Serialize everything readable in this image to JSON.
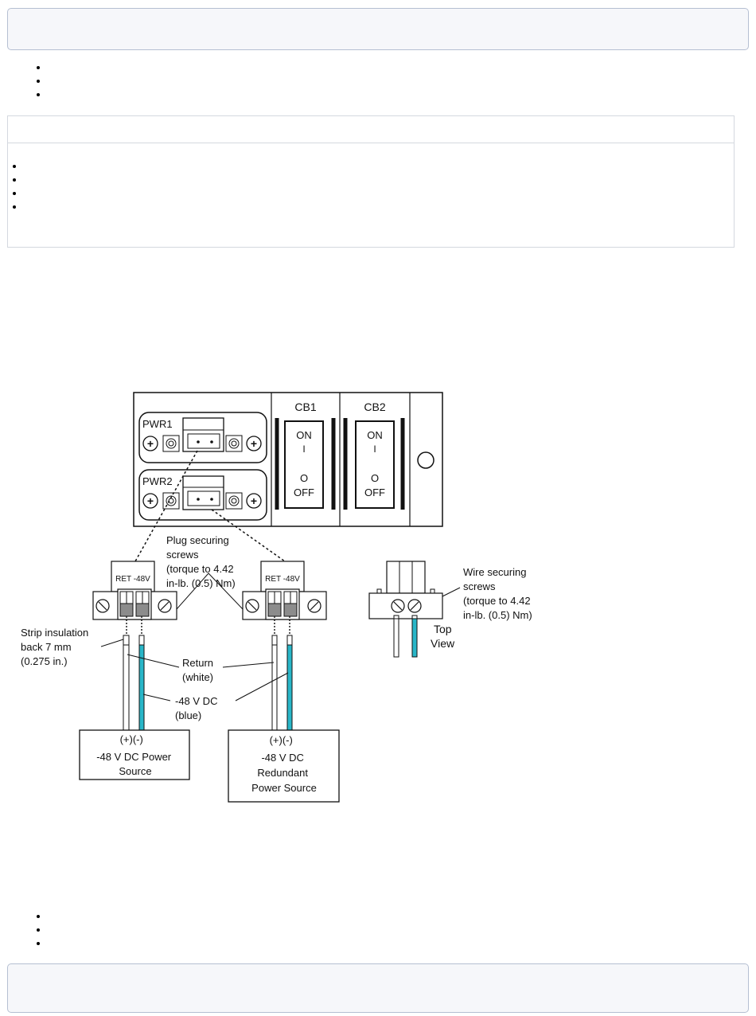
{
  "top_note": {
    "text": ""
  },
  "list_top": [
    "",
    "",
    ""
  ],
  "panel": {
    "title": "",
    "items": [
      "",
      "",
      "",
      ""
    ]
  },
  "figure": {
    "pwr1_label": "PWR1",
    "pwr2_label": "PWR2",
    "cb1_label": "CB1",
    "cb2_label": "CB2",
    "cb1_on": "ON",
    "cb1_on_mark": "I",
    "cb1_off_mark": "O",
    "cb1_off": "OFF",
    "cb2_on": "ON",
    "cb2_on_mark": "I",
    "cb2_off_mark": "O",
    "cb2_off": "OFF",
    "plug_ret_48v_left": "RET -48V",
    "plug_ret_48v_right": "RET -48V",
    "plug_securing": [
      "Plug securing",
      "screws",
      "(torque to 4.42",
      "in-lb. (0.5) Nm)"
    ],
    "strip_insulation": [
      "Strip  insulation",
      "back 7 mm",
      "(0.275 in.)"
    ],
    "return_label": [
      "Return",
      "(white)"
    ],
    "dc_label": [
      "-48 V DC",
      "(blue)"
    ],
    "source1": [
      "(+)(-)",
      "-48  V DC  Power",
      "Source"
    ],
    "source2": [
      "(+)(-)",
      "-48  V DC",
      "Redundant",
      "Power Source"
    ],
    "wire_securing": [
      "Wire securing",
      "screws",
      "(torque to 4.42",
      "in-lb. (0.5) Nm)"
    ],
    "top_view": [
      "Top",
      "View"
    ]
  },
  "list_bottom": [
    "",
    "",
    ""
  ],
  "bottom_note": {
    "text": ""
  },
  "colors": {
    "blue_wire": "#29b6c8",
    "box_border": "#b5bfd2",
    "panel_border": "#d4d8df"
  }
}
